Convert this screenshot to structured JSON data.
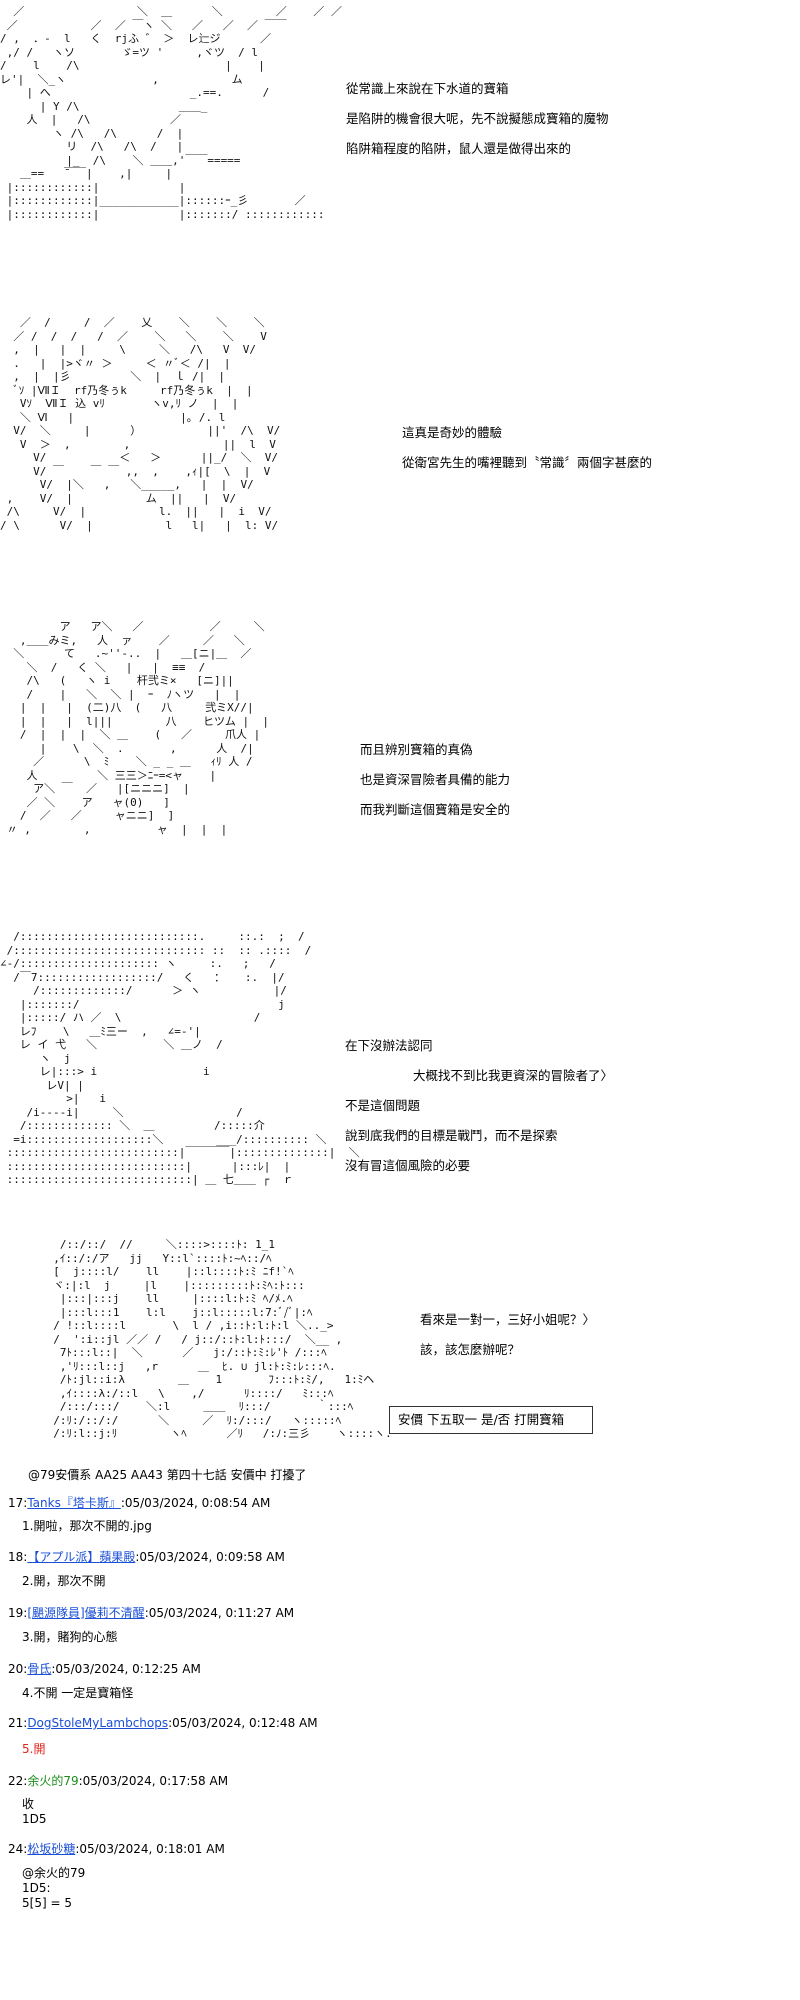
{
  "panels": [
    {
      "art": [
        "  ／                 ＼  ＿      ＼        ／    ／ ／",
        " ／           ／  ／ ￣ヽ ＼   ／   ／  ／ ￣￣",
        "/ ,  ．-  l   く  rjふ ゛ ＞  レ辷ジ      ／",
        " ,/ /   ヽソ       ゞ=ツ '     ,ヾツ  / l",
        "/    l    /\\                      |    |",
        "レ'|  ＼_ヽ             ,           ム",
        "    | へ                     _.==.      /",
        "      | Y /\\               ＿＿_",
        "    人  |   /\\            ／",
        "        ヽ /\\   /\\      /  |",
        "          リ  /\\   /\\  /   |",
        "          |_  /\\    ＼ ＿＿,'￣￣=====",
        "   ＿==   ̄￣￣|    ,|     |",
        " |::::::::::::|            |",
        " |::::::::::::|____________|::::::ｰ_彡       ／",
        " |::::::::::::|            |:::::::/ ::::::::::::"
      ],
      "lines": [
        "從常識上來說在下水道的寶箱",
        "是陷阱的機會很大呢，先不說擬態成寶箱的魔物",
        "陷阱箱程度的陷阱，鼠人還是做得出來的"
      ]
    },
    {
      "art": [
        "   ／  /     /  ／    乂    ＼    ＼    ＼",
        "  ／ /  /  /   /  ／    ＼   ＼    ＼    V",
        "  ,  |   |  |     \\     ＼   /\\   V  V/",
        "  .   |  |>ヾ〃 ＞     ＜ 〃ﾞ＜ /|  |",
        "  ,  |  |彡         ＼  |  ｌ /|  |",
        "  ﾞｿ |ⅦＩ  rf乃冬ぅk     rf乃冬ぅk  |  |",
        "   Vｿ  ⅦＩ 込 vﾘ       ヽv,ﾘ ノ  |  |",
        "   ＼ Ⅵ   |                |｡ /. l",
        "  V/  ＼     |      ）          ||'  /\\  V/",
        "   V  ＞  ,        ,              ||  l  V",
        "     V/           ＜   ＞      ||_/  ＼  V/",
        "     V/ ￣    ￣ ￣ ,,  ,    ,ｨ|[  \\  |  V",
        "      V/  |＼   ,   ＼_____,   |  |  V/",
        " ,    V/  |           ム  ||   |  V/",
        " /\\     V/  |           l.  ||   |  i  V/",
        "/ \\      V/  |           l   l|   |  l: V/"
      ],
      "lines": [
        "這真是奇妙的體驗",
        "從衛宮先生的嘴裡聽到〝常識〞兩個字甚麼的"
      ]
    },
    {
      "art": [
        "         ア   ア＼   ／          ／     ＼",
        "   ,＿＿みミ,   人  ァ    ／     ／   ＼",
        "  ＼      て   .~''-..  |   ＿[ニ|＿  ／",
        "    ＼  /   く ＼   |   |  ≡≡  /",
        "    /\\   (   ヽ i    杆弐ミ×   [ニ]||",
        "    /    |   ＼  ＼ |  ｰ  ﾉヽツ   |  |",
        "   |  |   |  (二)八  (   八     弐ミX//|",
        "   |  |   |  l|||        八    ヒツム |  |",
        "   /  |  |  |  ＼ ＿    (   ／     爪人 |",
        "      |    \\  ＼  .       ,      人  /|",
        "     ／      \\  ﾐ    ＼ _ _ ＿   ｨﾘ 人 /",
        "    人         ＼ 三三＞ﾆｰ=<ャ    |",
        "     ア＼ ￣  ／   |[ニニニ]  |",
        "    ／ ＼    ア   ャ(0)   ]",
        "   /  ／   ／     ャニニ]  ]",
        " 〃 ,        ,          ャ  |  |  |"
      ],
      "lines": [
        "而且辨別寶箱的真偽",
        "也是資深冒險者具備的能力",
        "而我判斷這個寶箱是安全的"
      ]
    },
    {
      "art": [
        "  /:::::::::::::::::::::::::::.     ::.:  ;  /",
        " /::::::::::::::::::::::::::::: ::  :: .::::  /",
        "∠‐/::::::::::::::::::::: ヽ     :.   ;   /",
        "  /￣7::::::::::::::::::/   く   ：   :.  |/",
        "     /:::::::::::::/      ＞ ヽ           |/",
        "   |:::::::/                              j",
        "   |:::::/ ハ ／  \\                    /",
        "   レﾌ    \\   ＿ﾐ三ー  ,   ∠=-'|",
        "   レ イ 弋   ＼          ＼ ＿ノ  /",
        "      ヽ  j",
        "      レ|:::> i                i",
        "       レV| |",
        "          >|   i",
        "    /i----i|     ＼                 /",
        "   /::::::::::::: ＼  ＿         /:::::介",
        "  =i:::::::::::::::::::＼        ___/:::::::::: ＼",
        " ::::::::::::::::::::::::::|￣￣￣￣|::::::::::::::|  ＼",
        " :::::::::::::::::::::::::::|      |:::ﾚ|  |",
        " ::::::::::::::::::::::::::::| ＿ 七＿＿ ┌  ｒ"
      ],
      "lines": [
        "在下沒辦法認同",
        "大概找不到比我更資深的冒險者了〉",
        "不是這個問題",
        "說到底我們的目標是戰鬥，而不是探索",
        "沒有冒這個風險的必要"
      ]
    },
    {
      "art": [
        "   /::/::/  //     ＼::::>::::ﾄ: 1_1",
        "  ,ｲ::/:/ア   jj   Y::l`::::ﾄ:~ﾍ::/ﾍ",
        "  [  j::::l/    ll    |::l::::ﾄ:ﾐ ﾆf!`ﾍ",
        "  ヾ:|:l  j     |l    |:::::::::ﾄ:ﾐﾍ:ﾄ:::",
        "   |:::|:::j    ll     |::::l:ﾄ:ﾐ ﾍ/ﾒ.ﾍ",
        "   |:::l:::1    l:l    j::l:::::l:7:ﾞ/ﾞ|:ﾍ",
        "  / !::l::::l       \\  l / ,i::ﾄ:l:ﾄ:l ＼.._>",
        "  /  ':i::jl ／／ /   / j::/::ﾄ:l:ﾄ:::/  ＼__ ,",
        "   7ﾄ:::l::|  ＼      ／   j:/::ﾄ:ﾐ:ﾚ'ﾄ /:::ﾍ",
        "   ,'ﾘ:::l::j   ,r      ＿  ﾋ. ∪ jl:ﾄ:ﾐ:ﾚ:::ﾍ.",
        "   /ﾄ:jl::i:λ        ＿    1       ﾌ:::ﾄ:ﾐ/,   1:ﾐヘ",
        "   ,ｲ::::λ:/::l   \\    ,/      ﾘ::::/   ﾐ:::ﾍ",
        "   /:::/:::/    ＼:l     ＿＿  ﾘ:::/       ｀:::ﾍ",
        "  /:ﾘ:/::/:/      ＼     ／  ﾘ:/:::/   ヽ:::::ﾍ",
        "  /:ﾘ:l::j:ﾘ        ヽﾍ      ／ﾘ   /:ﾉ:三彡    ヽ::::ヽ."
      ],
      "lines": [
        "看來是一對一，三好小姐呢？〉",
        "該，該怎麼辦呢？"
      ],
      "choice": "安價 下五取一 是/否 打開寶箱"
    }
  ],
  "post": {
    "header": "@79安價系 AA25 AA43 第四十七話 安價中 打擾了"
  },
  "replies": [
    {
      "num": "17:",
      "name": "Tanks『塔卡斯』",
      "time": ":05/03/2024, 0:08:54 AM",
      "body": [
        "1.開啦，那次不開的.jpg"
      ]
    },
    {
      "num": "18:",
      "name": "【アプル派】蘋果殿",
      "time": ":05/03/2024, 0:09:58 AM",
      "body": [
        "2.開，那次不開"
      ]
    },
    {
      "num": "19:",
      "name": "[颶源隊員]優莉不清醒",
      "time": ":05/03/2024, 0:11:27 AM",
      "body": [
        "3.開，賭狗的心態"
      ]
    },
    {
      "num": "20:",
      "name": "骨氐",
      "time": ":05/03/2024, 0:12:25 AM",
      "body": [
        "4.不開 一定是寶箱怪"
      ]
    },
    {
      "num": "21:",
      "name": "DogStoleMyLambchops",
      "time": ":05/03/2024, 0:12:48 AM",
      "body": [
        "5.開"
      ]
    },
    {
      "num": "22:",
      "name": "余火的79",
      "time": ":05/03/2024, 0:17:58 AM",
      "body": [
        "收",
        "1D5"
      ]
    },
    {
      "num": "24:",
      "name": "松坂砂糖",
      "time": ":05/03/2024, 0:18:01 AM",
      "body": [
        "@余火的79",
        "1D5:",
        "5[5] = 5"
      ]
    }
  ],
  "colors": {
    "link": "#1a4fd6",
    "op_name": "#1c8c1c",
    "red_choice": "#e0251b"
  }
}
